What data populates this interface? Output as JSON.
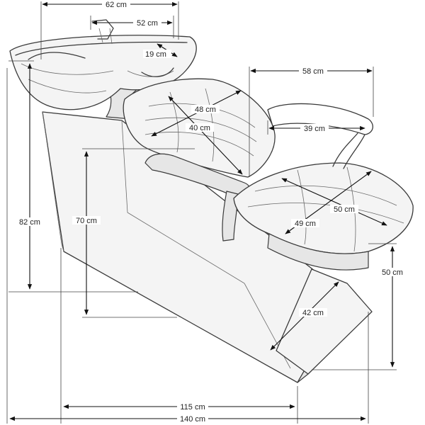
{
  "dimensions": {
    "basin_width": "62 cm",
    "basin_inner_width": "52 cm",
    "basin_depth": "19 cm",
    "backrest_height": "48 cm",
    "backrest_width": "40 cm",
    "seat_depth": "58 cm",
    "armrest_span": "39 cm",
    "leg_rest_length": "50 cm",
    "seat_width": "49 cm",
    "total_height": "82 cm",
    "seat_height": "70 cm",
    "leg_rest_height": "50 cm",
    "leg_rest_width": "42 cm",
    "base_length": "115 cm",
    "total_length": "140 cm"
  },
  "colors": {
    "line": "#3a3a3a",
    "dimension": "#111111",
    "background": "#ffffff"
  }
}
